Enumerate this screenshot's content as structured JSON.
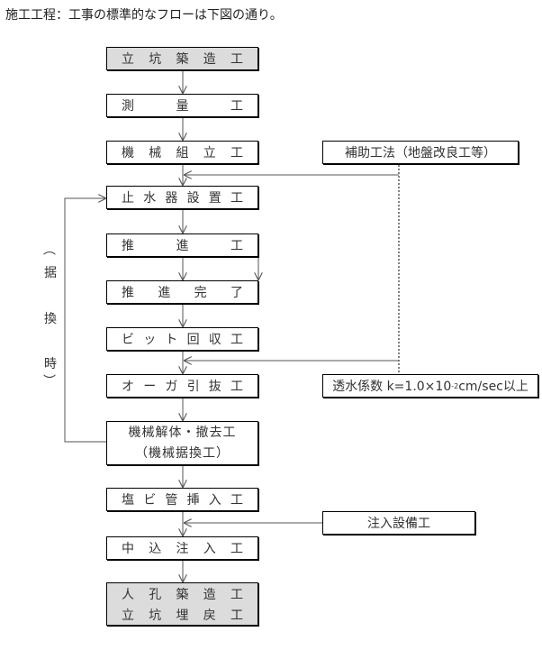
{
  "title": "施工工程：工事の標準的なフローは下図の通り。",
  "steps": [
    {
      "label": "立坑築造工"
    },
    {
      "label": "測量工"
    },
    {
      "label": "機械組立工"
    },
    {
      "label": "止水器設置工"
    },
    {
      "label": "推進工"
    },
    {
      "label": "推進完了"
    },
    {
      "label": "ビット回収工"
    },
    {
      "label": "オーガ引抜工"
    },
    {
      "line1": "機械解体・撤去工",
      "line2": "（機械据換工）"
    },
    {
      "label": "塩ビ管挿入工"
    },
    {
      "label": "中込注入工"
    },
    {
      "line1": "人孔築造工",
      "line2": "立坑埋戻工"
    }
  ],
  "side": {
    "auxiliary": "補助工法（地盤改良工等）",
    "permeability_prefix": "透水係数 k=1.0×10",
    "permeability_exp": "-2",
    "permeability_suffix": "cm/sec以上",
    "injection": "注入設備工"
  },
  "loop_label": [
    "（",
    "据",
    "換",
    "時",
    "）"
  ]
}
